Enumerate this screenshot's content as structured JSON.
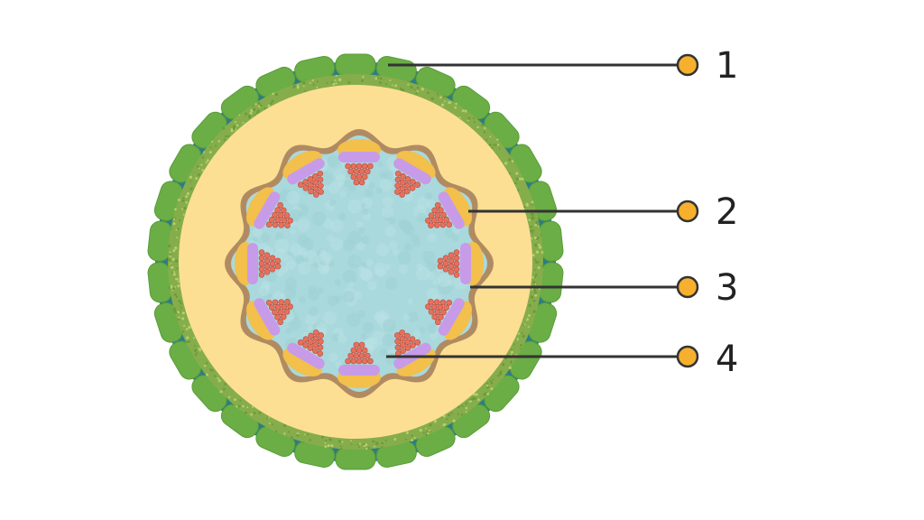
{
  "labels": [
    {
      "id": "1",
      "text": "1"
    },
    {
      "id": "2",
      "text": "2"
    },
    {
      "id": "3",
      "text": "3"
    },
    {
      "id": "4",
      "text": "4"
    }
  ],
  "colors": {
    "epidermis": "#6aae45",
    "epidermis_outline": "#2c7c87",
    "hypodermis": "#86ad4c",
    "cortex": "#fddf93",
    "endodermis": "#b08b62",
    "pith": "#a9d9dd",
    "phloem": "#c79be8",
    "xylem": "#e7705c",
    "cambium_cap": "#f2c04b",
    "leader_line": "#333333",
    "leader_dot": "#f6b02e",
    "label_text": "#222222"
  },
  "vascular_bundle_count": 12
}
